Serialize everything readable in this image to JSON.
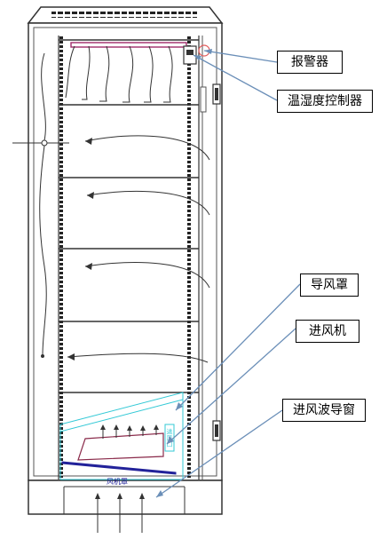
{
  "labels": {
    "alarm": "报警器",
    "humidity_controller": "温湿度控制器",
    "air_guide_hood": "导风罩",
    "intake_fan": "进风机",
    "intake_waveguide_window": "进风波导窗",
    "fan_hood_text": "风机罩",
    "side_vertical_text": "进风口"
  },
  "colors": {
    "frame": "#333333",
    "callout_line": "#6b8fb8",
    "hood_outline": "#33c9d6",
    "fan_outline": "#8a2a4a",
    "fan_base": "#22229a",
    "top_device": "#a02a6a",
    "alarm_circle": "#e05a5a"
  }
}
